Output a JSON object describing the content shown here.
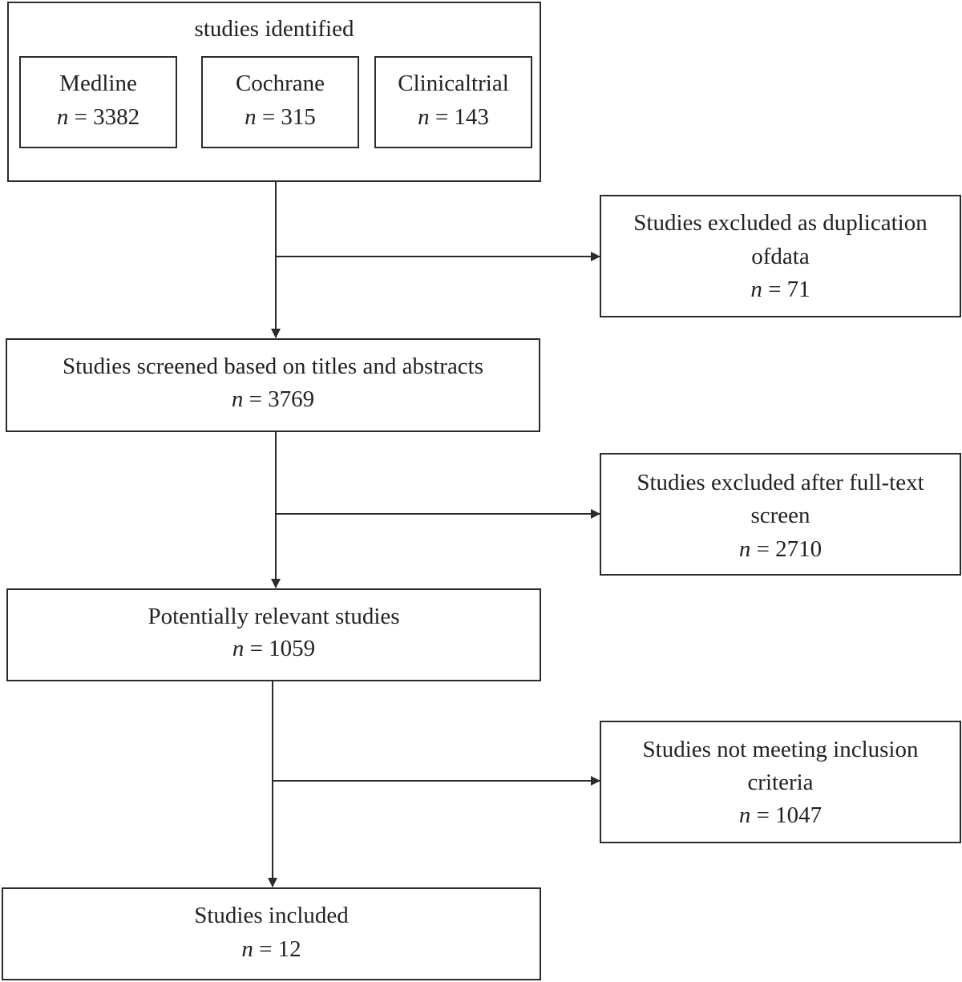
{
  "identified": {
    "title": "studies identified",
    "sources": [
      {
        "name": "Medline",
        "n_label": "n",
        "n_value": "= 3382"
      },
      {
        "name": "Cochrane",
        "n_label": "n",
        "n_value": "= 315"
      },
      {
        "name": "Clinicaltrial",
        "n_label": "n",
        "n_value": "= 143"
      }
    ]
  },
  "screened": {
    "text": "Studies screened based on titles and abstracts",
    "n_label": "n",
    "n_value": "= 3769"
  },
  "relevant": {
    "text": "Potentially relevant studies",
    "n_label": "n",
    "n_value": "= 1059"
  },
  "included": {
    "text": "Studies included",
    "n_label": "n",
    "n_value": "= 12"
  },
  "excluded_duplicates": {
    "line1": "Studies excluded as duplication",
    "line2": "ofdata",
    "n_label": "n",
    "n_value": "= 71"
  },
  "excluded_fulltext": {
    "line1": "Studies excluded after full-text",
    "line2": "screen",
    "n_label": "n",
    "n_value": "= 2710"
  },
  "excluded_criteria": {
    "line1": "Studies not meeting inclusion",
    "line2": "criteria",
    "n_label": "n",
    "n_value": "= 1047"
  }
}
